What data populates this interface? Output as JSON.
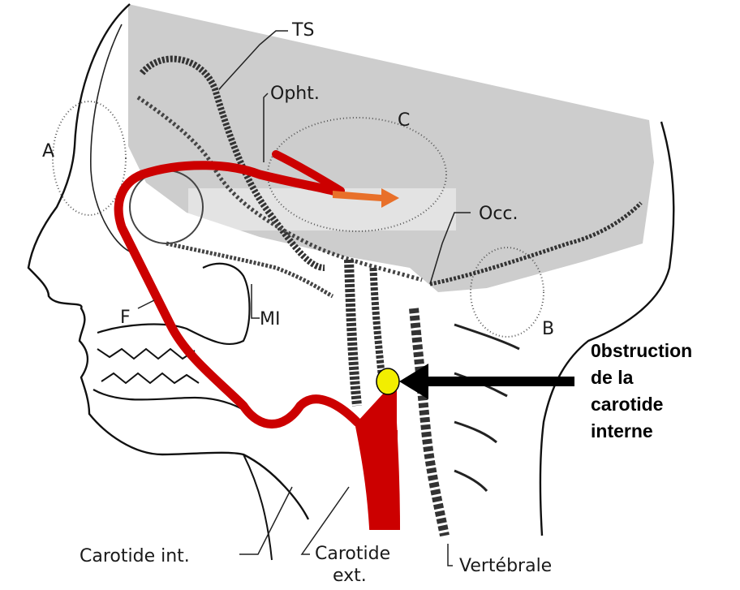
{
  "labels": {
    "ts": "TS",
    "opht": "Opht.",
    "c": "C",
    "a": "A",
    "occ": "Occ.",
    "f": "F",
    "mi": "MI",
    "b": "B",
    "carotide_int": "Carotide int.",
    "carotide_ext_line1": "Carotide",
    "carotide_ext_line2": "ext.",
    "vertebrale": "Vertébrale"
  },
  "callout": {
    "line1": "0bstruction",
    "line2": "de la",
    "line3": "carotide",
    "line4": "interne"
  },
  "colors": {
    "brain_overlay": "#c8c8c8",
    "artery_red": "#cc0000",
    "obstruction_yellow": "#f2ee00",
    "flow_arrow_orange": "#e8702a",
    "pointer_black": "#000000"
  }
}
